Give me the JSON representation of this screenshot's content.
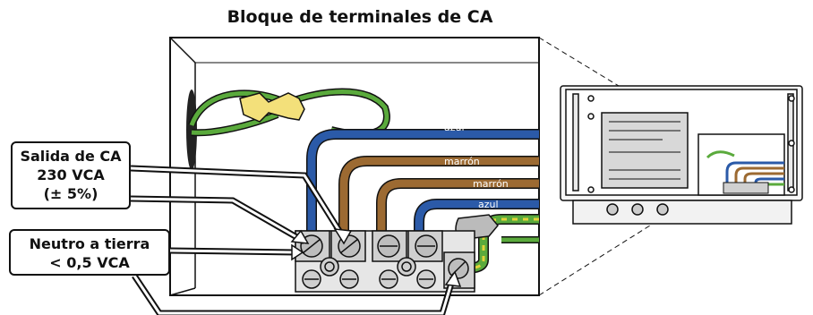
{
  "title": "Bloque de terminales de CA",
  "callouts": {
    "output": {
      "line1": "Salida de CA",
      "line2": "230 VCA",
      "line3": "(± 5%)"
    },
    "neutral": {
      "line1": "Neutro a tierra",
      "line2": "< 0,5 VCA"
    }
  },
  "wires": {
    "blue_top": "azul",
    "brown_1": "marrón",
    "brown_2": "marrón",
    "blue_bottom": "azul"
  },
  "colors": {
    "blue_wire": "#2b5aa8",
    "brown_wire": "#9c6a32",
    "green_wire": "#5aaa3c",
    "yellow_ferrule": "#f3e07a",
    "earth_yellow": "#e3d23a"
  }
}
